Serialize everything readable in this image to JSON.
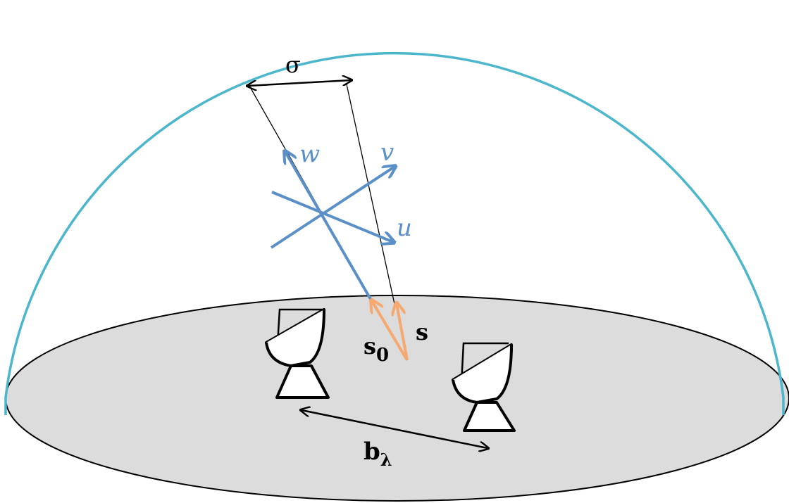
{
  "colors": {
    "dome": "#4bb6cc",
    "ground_fill": "#dcdcdc",
    "uvw_axes": "#5a8fc8",
    "source_vectors": "#f5a870",
    "lines": "#000000"
  },
  "labels": {
    "sigma": "σ",
    "w": "w",
    "v": "v",
    "u": "u",
    "s": "s",
    "s0_main": "s",
    "s0_sub": "0",
    "b_main": "b",
    "b_sub": "λ"
  }
}
